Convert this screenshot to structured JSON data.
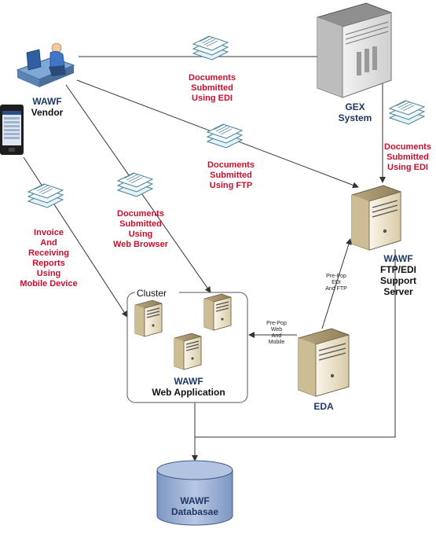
{
  "colors": {
    "accent_red": "#c8102e",
    "navy_text": "#1f3864",
    "server_body": "#e8dcc0",
    "database": "#9eb3d6",
    "documents": "#dff0f6"
  },
  "icons": [
    "vendor-person-icon",
    "mobile-phone-icon",
    "document-stack-icon",
    "tower-server-icon",
    "database-icon"
  ],
  "nodes": {
    "vendor": [
      "WAWF",
      "Vendor"
    ],
    "gex": [
      "GEX",
      "System"
    ],
    "support_server": [
      "WAWF",
      "FTP/EDI",
      "Support",
      "Server"
    ],
    "cluster_title": "Cluster",
    "web_app": [
      "WAWF",
      "Web Application"
    ],
    "eda": "EDA",
    "database": [
      "WAWF",
      "Databasae"
    ]
  },
  "flows": {
    "edi_1": [
      "Documents",
      "Submitted",
      "Using EDI"
    ],
    "edi_2": [
      "Documents",
      "Submitted",
      "Using EDI"
    ],
    "ftp": [
      "Documents",
      "Submitted",
      "Using FTP"
    ],
    "browser": [
      "Documents",
      "Submitted",
      "Using",
      "Web Browser"
    ],
    "mobile": [
      "Invoice",
      "And",
      "Receiving",
      "Reports",
      "Using",
      "Mobile Device"
    ]
  },
  "small_notes": {
    "prepop_edi": [
      "Pre-Pop",
      "EDI",
      "And FTP"
    ],
    "prepop_web": [
      "Pre-Pop",
      "Web",
      "And",
      "Mobile"
    ]
  }
}
